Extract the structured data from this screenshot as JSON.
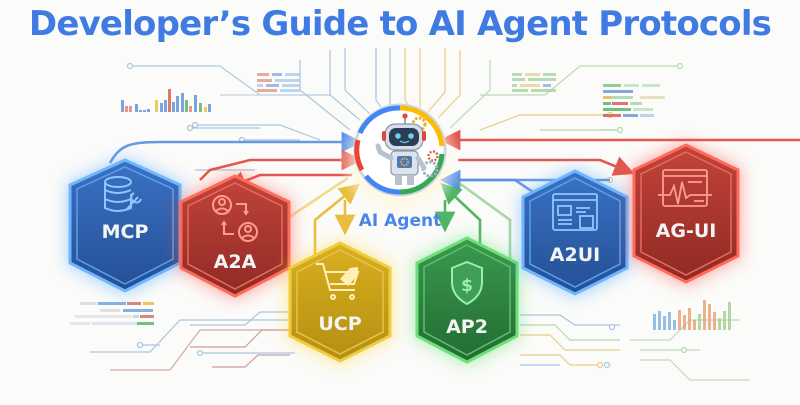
{
  "title": "Developer’s Guide to AI Agent Protocols",
  "center": {
    "label": "AI Agent",
    "icon": "robot-icon",
    "ring_colors": [
      "#4285f4",
      "#fbbc05",
      "#34a853",
      "#ea4335"
    ]
  },
  "protocols": [
    {
      "label": "MCP",
      "icon": "database-wrench-icon",
      "color": "#2f63b4",
      "glow": "#4ba3ff"
    },
    {
      "label": "A2A",
      "icon": "agents-exchange-icon",
      "color": "#b63a30",
      "glow": "#ff4a3d"
    },
    {
      "label": "UCP",
      "icon": "shopping-cart-tag-icon",
      "color": "#c9a41a",
      "glow": "#ffd83a"
    },
    {
      "label": "AP2",
      "icon": "shield-dollar-icon",
      "color": "#2f8a44",
      "glow": "#5fdc6a"
    },
    {
      "label": "A2UI",
      "icon": "ui-layout-window-icon",
      "color": "#2f63b4",
      "glow": "#4ba3ff"
    },
    {
      "label": "AG-UI",
      "icon": "window-pulse-icon",
      "color": "#b63a30",
      "glow": "#ff4a3d"
    }
  ],
  "colors": {
    "title": "#3f7be3",
    "blue": "#4285f4",
    "red": "#ea4335",
    "yellow": "#fbbc05",
    "green": "#34a853",
    "background": "#fbfbf9"
  }
}
